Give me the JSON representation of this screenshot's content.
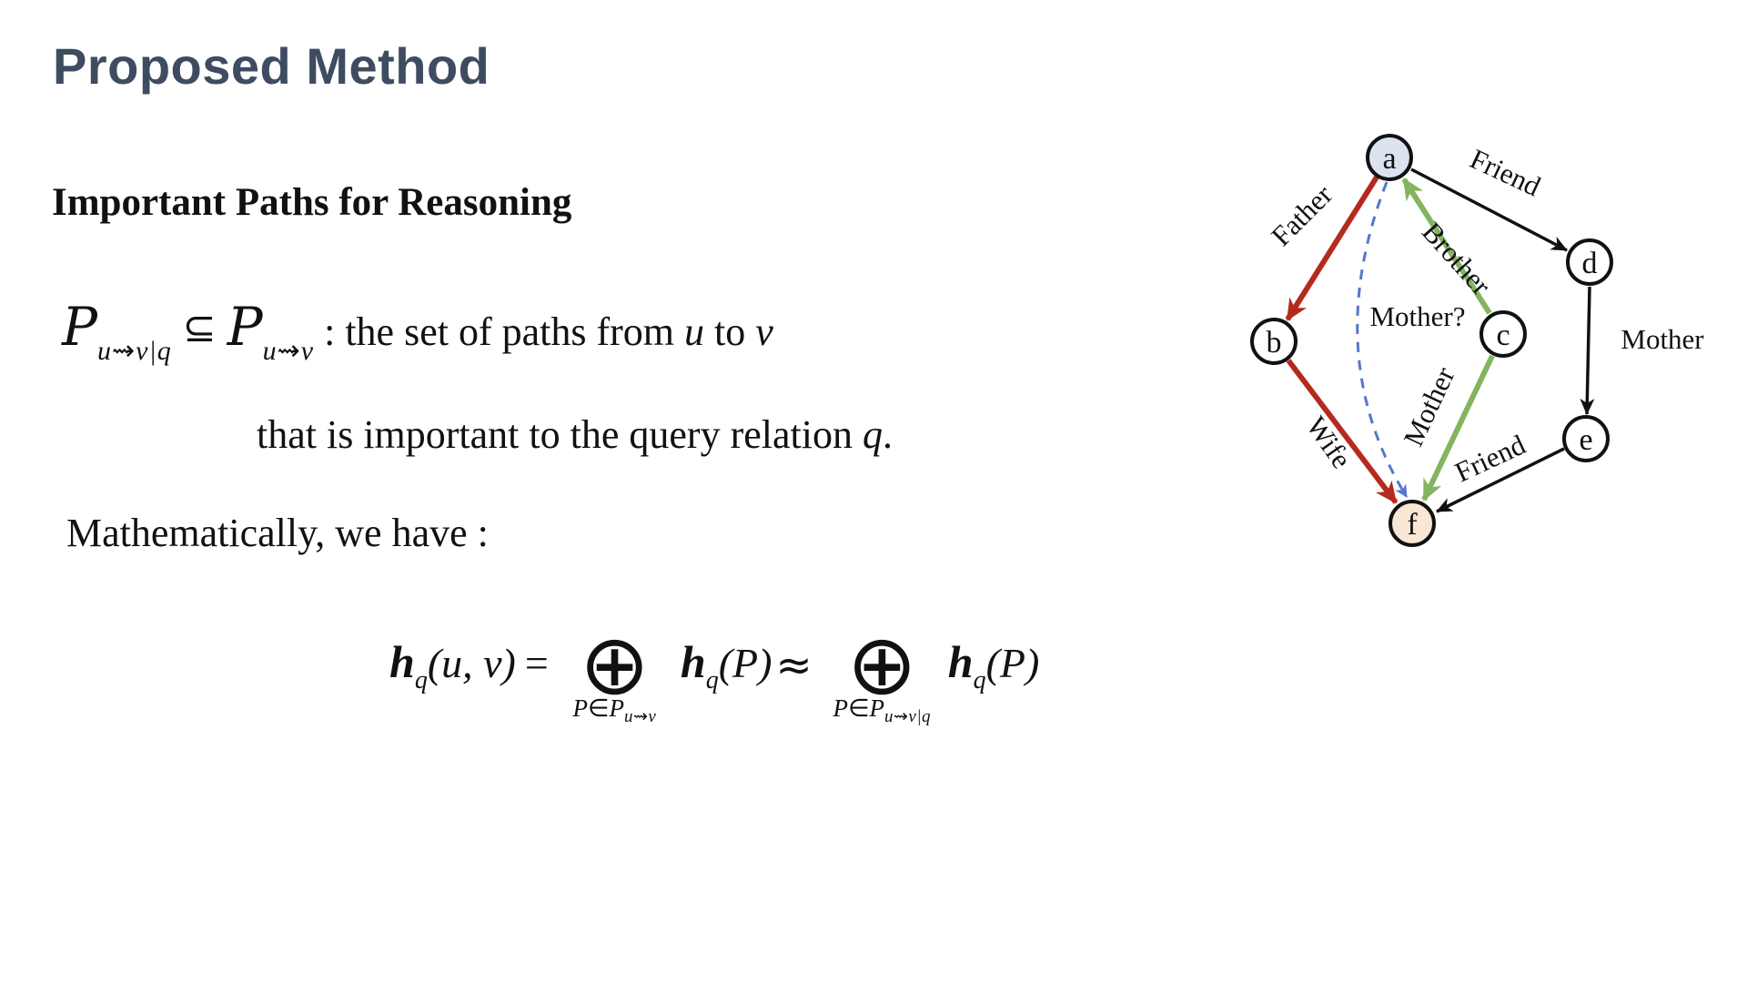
{
  "slide": {
    "title": "Proposed Method",
    "subtitle": "Important Paths for Reasoning",
    "colors": {
      "title": "#3e4c61",
      "body_text": "#111111"
    }
  },
  "definition": {
    "p_script_1": "P",
    "sub_1": "u⇝v|q",
    "subset_symbol": "⊆",
    "p_script_2": "P",
    "sub_2": "u⇝v",
    "colon_text": " : the set of paths from ",
    "u": "u",
    "to_word": " to ",
    "v": "v",
    "line2_text": "that is important to the query relation ",
    "q": "q",
    "period": "."
  },
  "mathematically_line": "Mathematically, we have :",
  "formula": {
    "h": "h",
    "q_sub": "q",
    "args_uv": "(u, v)",
    "equals": "=",
    "oplus": "⊕",
    "under1_head": "P∈P",
    "under1_sub": "u⇝v",
    "hqP_args": "(P)",
    "approx": "≈",
    "under2_head": "P∈P",
    "under2_sub": "u⇝v|q"
  },
  "diagram": {
    "colors": {
      "red": "#b52a1e",
      "green": "#84b45e",
      "blue": "#5577cc",
      "black": "#111111",
      "node_a_fill": "#dbe3f0",
      "node_f_fill": "#f9e6d4",
      "node_default_fill": "#ffffff"
    },
    "nodes": [
      {
        "id": "a",
        "label": "a",
        "fill_key": "node_a_fill"
      },
      {
        "id": "b",
        "label": "b",
        "fill_key": "node_default_fill"
      },
      {
        "id": "c",
        "label": "c",
        "fill_key": "node_default_fill"
      },
      {
        "id": "d",
        "label": "d",
        "fill_key": "node_default_fill"
      },
      {
        "id": "e",
        "label": "e",
        "fill_key": "node_default_fill"
      },
      {
        "id": "f",
        "label": "f",
        "fill_key": "node_f_fill"
      }
    ],
    "edges": [
      {
        "from": "a",
        "to": "b",
        "label": "Father",
        "color": "red",
        "style": "solid-thick"
      },
      {
        "from": "a",
        "to": "d",
        "label": "Friend",
        "color": "black",
        "style": "solid"
      },
      {
        "from": "c",
        "to": "a",
        "label": "Brother",
        "color": "green",
        "style": "solid-thick"
      },
      {
        "from": "a",
        "to": "f",
        "label": "Mother?",
        "color": "blue",
        "style": "dashed",
        "type": "query"
      },
      {
        "from": "b",
        "to": "f",
        "label": "Wife",
        "color": "red",
        "style": "solid-thick"
      },
      {
        "from": "c",
        "to": "f",
        "label": "Mother",
        "color": "green",
        "style": "solid-thick"
      },
      {
        "from": "d",
        "to": "e",
        "label": "Mother",
        "color": "black",
        "style": "solid"
      },
      {
        "from": "e",
        "to": "f",
        "label": "Friend",
        "color": "black",
        "style": "solid"
      }
    ]
  }
}
